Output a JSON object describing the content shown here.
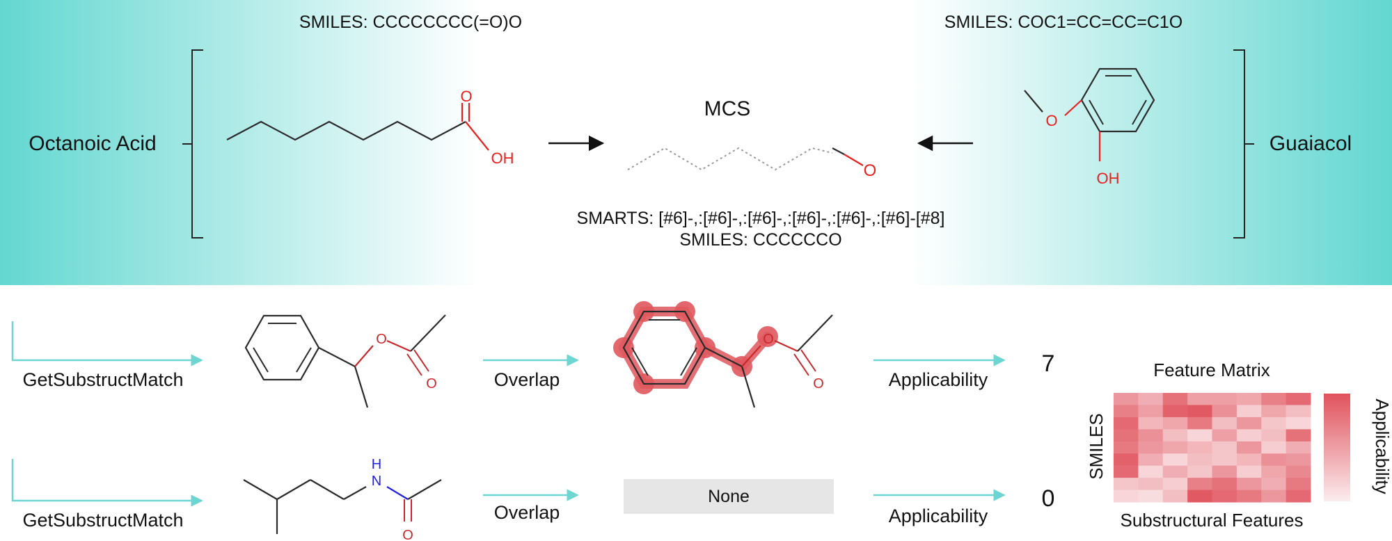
{
  "top_panel": {
    "left_molecule": {
      "name": "Octanoic Acid",
      "smiles": "SMILES: CCCCCCCC(=O)O",
      "atom_o": "O",
      "atom_oh": "OH"
    },
    "right_molecule": {
      "name": "Guaiacol",
      "smiles": "SMILES: COC1=CC=CC=C1O",
      "atom_o": "O",
      "atom_oh": "OH"
    },
    "mcs": {
      "title": "MCS",
      "atom_o": "O",
      "smarts": "SMARTS: [#6]-,:[#6]-,:[#6]-,:[#6]-,:[#6]-,:[#6]-[#8]",
      "smiles": "SMILES: CCCCCCO"
    },
    "colors": {
      "teal": "#5fd6d0",
      "red_atom": "#e8201e",
      "blue_atom": "#2020dd"
    }
  },
  "rows": [
    {
      "step1": "GetSubstructMatch",
      "step2": "Overlap",
      "step3": "Applicability",
      "count": "7",
      "atom_o1": "O",
      "atom_o2": "O",
      "overlap_o1": "O",
      "overlap_o2": "O",
      "highlight_color": "#e0585e"
    },
    {
      "step1": "GetSubstructMatch",
      "step2": "Overlap",
      "step3": "Applicability",
      "count": "0",
      "atom_nh": "H",
      "atom_n": "N",
      "atom_o": "O",
      "overlap_result": "None"
    }
  ],
  "feature_matrix": {
    "title": "Feature Matrix",
    "y_label": "SMILES",
    "x_label": "Substructural Features",
    "legend_label": "Applicability",
    "color_high": "#e0525c",
    "color_low": "#fbecee",
    "cells": [
      [
        0.55,
        0.4,
        0.8,
        0.5,
        0.5,
        0.45,
        0.7,
        0.85
      ],
      [
        0.7,
        0.5,
        0.9,
        0.95,
        0.6,
        0.2,
        0.45,
        0.3
      ],
      [
        0.85,
        0.35,
        0.45,
        0.75,
        0.3,
        0.55,
        0.25,
        0.15
      ],
      [
        0.8,
        0.6,
        0.3,
        0.15,
        0.5,
        0.2,
        0.3,
        0.8
      ],
      [
        0.75,
        0.55,
        0.45,
        0.35,
        0.25,
        0.55,
        0.2,
        0.4
      ],
      [
        0.9,
        0.4,
        0.15,
        0.3,
        0.25,
        0.35,
        0.6,
        0.55
      ],
      [
        0.85,
        0.15,
        0.4,
        0.25,
        0.55,
        0.2,
        0.45,
        0.65
      ],
      [
        0.25,
        0.3,
        0.2,
        0.7,
        0.8,
        0.55,
        0.4,
        0.75
      ],
      [
        0.15,
        0.1,
        0.3,
        0.95,
        0.85,
        0.75,
        0.55,
        0.85
      ]
    ]
  }
}
